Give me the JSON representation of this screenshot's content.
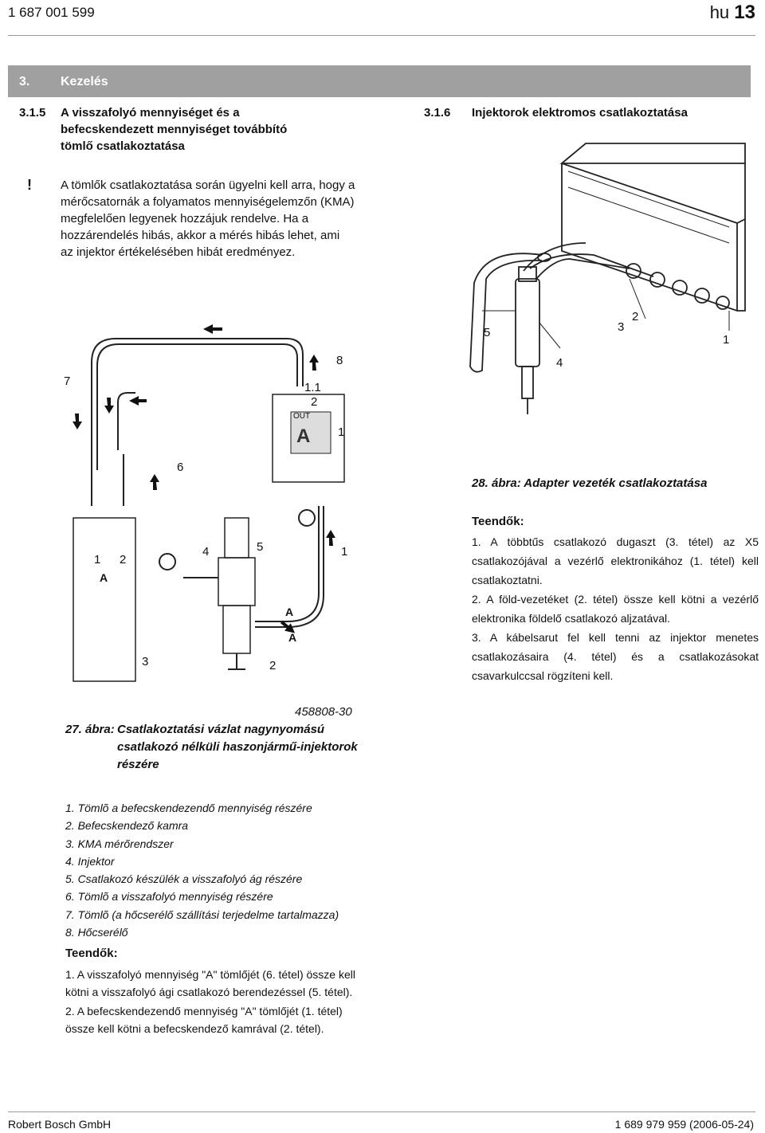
{
  "header": {
    "doc_number": "1 687 001 599",
    "lang_page": "hu",
    "page_number": "13"
  },
  "chapter": {
    "number": "3.",
    "title": "Kezelés"
  },
  "section_left": {
    "number": "3.1.5",
    "title": "A visszafolyó mennyiséget és a befecskendezett mennyiséget továbbító tömlő csatlakoztatása"
  },
  "section_right": {
    "number": "3.1.6",
    "title": "Injektorok elektromos csatlakoztatása"
  },
  "warning": {
    "mark": "!",
    "text": "A tömlők csatlakoztatása során ügyelni kell arra, hogy a mérőcsatornák a folyamatos mennyiségelemzőn (KMA) megfelelően legyenek hozzájuk rendelve. Ha a hozzárendelés hibás, akkor a mérés hibás lehet, ami az injektor értékelésében hibát eredményez."
  },
  "figure27": {
    "code": "458808-30",
    "caption_label": "27. ábra:",
    "caption_text": "Csatlakoztatási vázlat nagynyomású csatlakozó nélküli haszonjármű-injektorok részére",
    "callouts": [
      "7",
      "8",
      "1.1",
      "2",
      "1",
      "6",
      "4",
      "5",
      "1",
      "3",
      "2",
      "1",
      "2"
    ],
    "device_labels": [
      "OUT",
      "A",
      "A",
      "A",
      "A"
    ]
  },
  "legend": [
    "1.  Tömlõ a befecskendezendő mennyiség részére",
    "2.  Befecskendező kamra",
    "3.  KMA mérőrendszer",
    "4.  Injektor",
    "5.  Csatlakozó készülék a visszafolyó ág részére",
    "6.  Tömlõ a visszafolyó mennyiség részére",
    "7.  Tömlõ (a hőcserélő szállítási terjedelme tartalmazza)",
    "8.  Hőcserélő"
  ],
  "todo_left": {
    "title": "Teendők:",
    "items": [
      "1. A visszafolyó mennyiség \"A\" tömlőjét (6. tétel) össze kell kötni a visszafolyó ági csatlakozó berendezéssel (5. tétel).",
      "2. A befecskendezendő mennyiség \"A\" tömlőjét (1. tétel) össze kell kötni a befecskendező kamrával (2. tétel)."
    ]
  },
  "figure28": {
    "caption": "28. ábra: Adapter vezeték csatlakoztatása",
    "callouts": [
      "5",
      "3",
      "2",
      "1",
      "4"
    ]
  },
  "todo_right": {
    "title": "Teendők:",
    "items": [
      "1. A többtűs csatlakozó dugaszt (3. tétel) az X5 csatlakozójával a vezérlő elektronikához (1. tétel) kell csatlakoztatni.",
      "2. A föld-vezetéket (2. tétel) össze kell kötni a vezérlő elektronika földelő csatlakozó aljzatával.",
      "3. A kábelsarut fel kell tenni az injektor menetes csatlakozásaira (4. tétel) és a csatlakozásokat csavarkulccsal rögzíteni kell."
    ]
  },
  "footer": {
    "company": "Robert Bosch GmbH",
    "doc_ref": "1 689 979 959 (2006-05-24)"
  }
}
